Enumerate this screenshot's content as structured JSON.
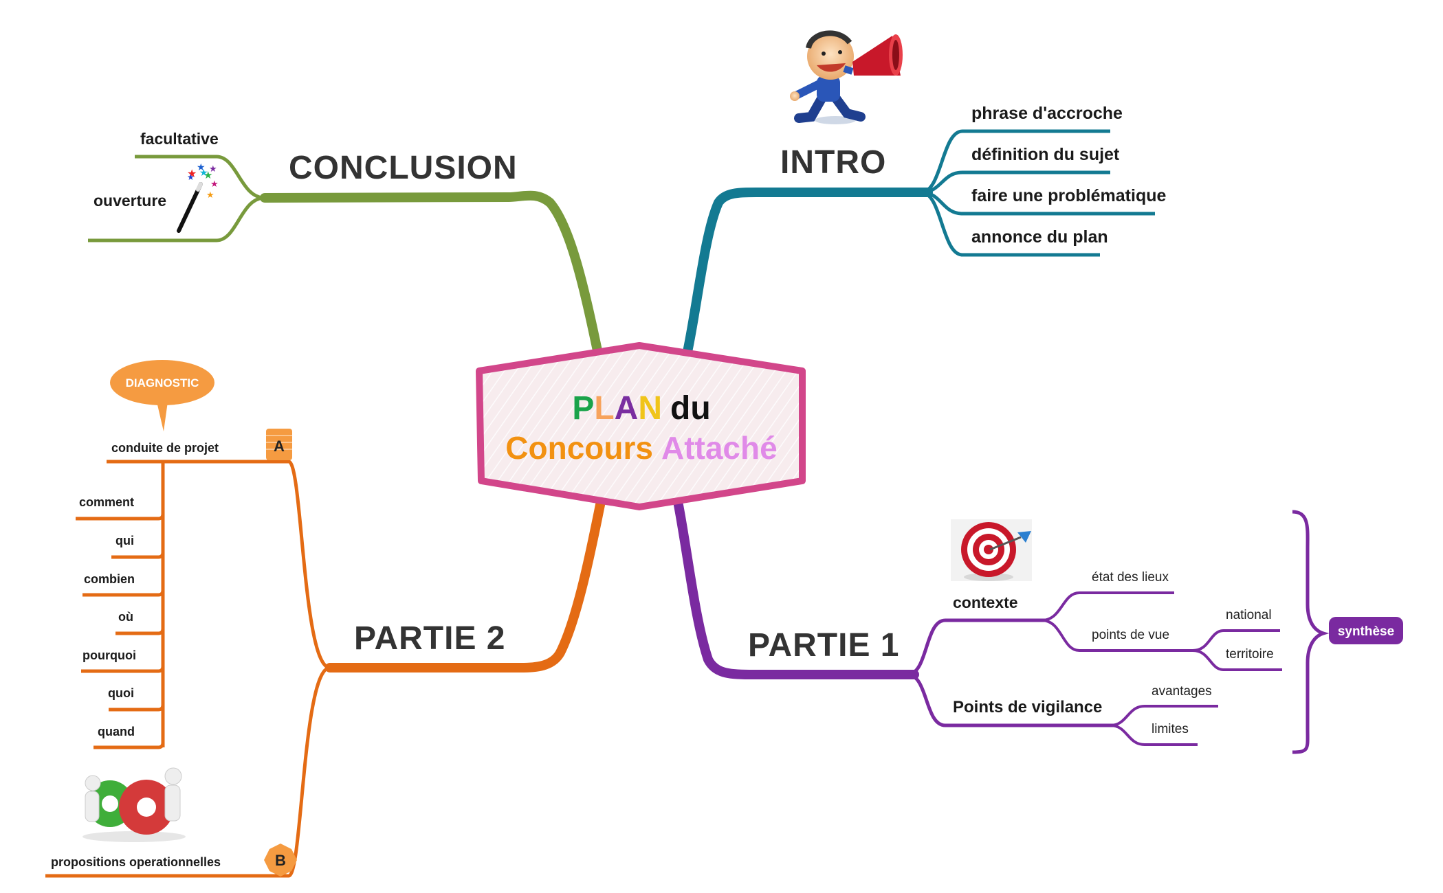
{
  "center": {
    "title_line1": [
      "P",
      "L",
      "A",
      "N"
    ],
    "title_du": "du",
    "title_concours": "Concours",
    "title_attache": "Attaché",
    "colors": {
      "P": "#1aa34a",
      "L": "#f7a35c",
      "A": "#7a2ea0",
      "N": "#f0c419",
      "du": "#111111",
      "concours": "#f29111",
      "attache": "#e08ae8",
      "border": "#d2468a",
      "fill": "#f7ecee"
    }
  },
  "intro": {
    "label": "INTRO",
    "color": "#137a92",
    "items": [
      "phrase d'accroche",
      "définition du sujet",
      "faire une problématique",
      "annonce du plan"
    ],
    "icon": "man-megaphone-icon"
  },
  "conclusion": {
    "label": "CONCLUSION",
    "color": "#789a3c",
    "items": [
      "facultative",
      "ouverture"
    ],
    "icon": "magic-wand-icon"
  },
  "partie1": {
    "label": "PARTIE 1",
    "color": "#7a2aa0",
    "contexte": {
      "label": "contexte",
      "items": [
        "état des lieux",
        "points de vue"
      ],
      "sub": [
        "national",
        "territoire"
      ]
    },
    "vigilance": {
      "label": "Points de vigilance",
      "items": [
        "avantages",
        "limites"
      ]
    },
    "synthese": "synthèse",
    "icon": "target-icon"
  },
  "partie2": {
    "label": "PARTIE 2",
    "color": "#e46b14",
    "diagnostic": "DIAGNOSTIC",
    "conduite": "conduite de projet",
    "badge_a": "A",
    "questions": [
      "comment",
      "qui",
      "combien",
      "où",
      "pourquoi",
      "quoi",
      "quand"
    ],
    "propositions": "propositions operationnelles",
    "badge_b": "B",
    "badge_color": "#f59b41",
    "icon": "gears-people-icon"
  }
}
